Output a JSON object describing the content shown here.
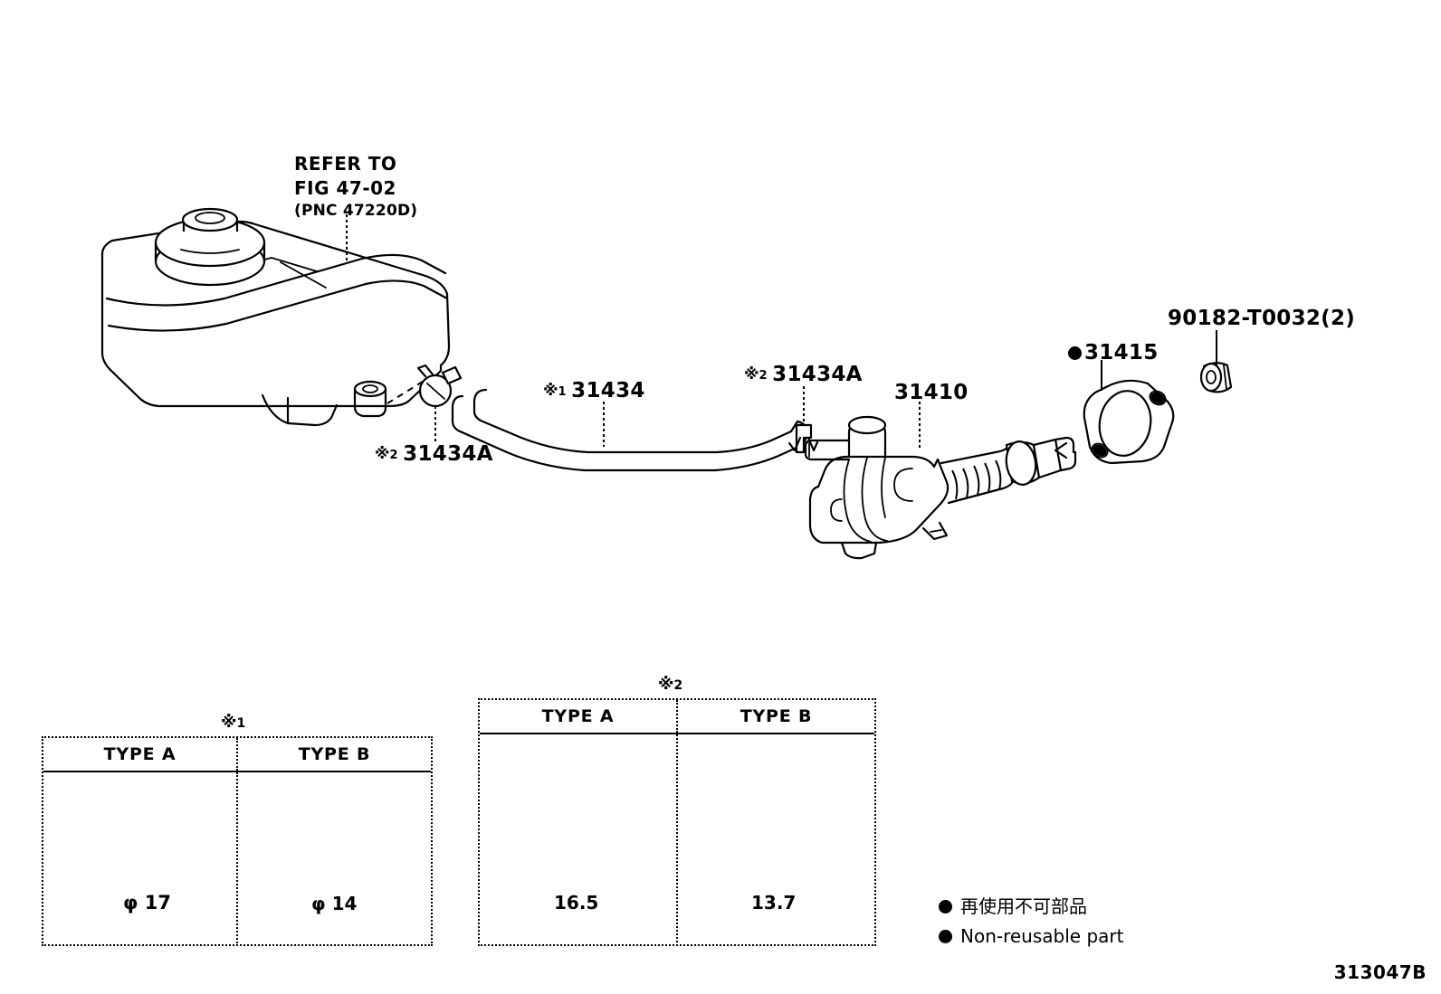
{
  "figure": {
    "code": "313047B",
    "refer_note": {
      "line1": "REFER TO",
      "line2": "FIG 47-02",
      "line3": "(PNC 47220D)"
    }
  },
  "callouts": [
    {
      "id": "reservoir-refer",
      "text": "REFER TO FIG 47-02 (PNC 47220D)"
    },
    {
      "id": "clamp-left",
      "marker": "※",
      "marker_sub": "2",
      "part": "31434A"
    },
    {
      "id": "hose",
      "marker": "※",
      "marker_sub": "1",
      "part": "31434"
    },
    {
      "id": "clamp-right",
      "marker": "※",
      "marker_sub": "2",
      "part": "31434A"
    },
    {
      "id": "master-cylinder",
      "marker": "",
      "marker_sub": "",
      "part": "31410"
    },
    {
      "id": "gasket",
      "marker": "●",
      "marker_sub": "",
      "part": "31415"
    },
    {
      "id": "nut",
      "marker": "",
      "marker_sub": "",
      "part": "90182-T0032(2)"
    }
  ],
  "labels": {
    "clamp_left": "31434A",
    "hose": "31434",
    "clamp_right": "31434A",
    "master_cylinder": "31410",
    "gasket": "31415",
    "nut": "90182-T0032(2)"
  },
  "tables": [
    {
      "id": "hose-types",
      "marker": "※",
      "marker_sub": "1",
      "columns": [
        "TYPE A",
        "TYPE B"
      ],
      "rows": [
        {
          "type": "TYPE A",
          "dimension": "φ 17"
        },
        {
          "type": "TYPE B",
          "dimension": "φ 14"
        }
      ]
    },
    {
      "id": "clamp-types",
      "marker": "※",
      "marker_sub": "2",
      "columns": [
        "TYPE A",
        "TYPE B"
      ],
      "rows": [
        {
          "type": "TYPE A",
          "dimension": "16.5"
        },
        {
          "type": "TYPE B",
          "dimension": "13.7"
        }
      ]
    }
  ],
  "legend": [
    {
      "symbol": "●",
      "text": "再使用不可部品"
    },
    {
      "symbol": "●",
      "text": "Non-reusable part"
    }
  ],
  "markers": {
    "star": "※",
    "one": "1",
    "two": "2",
    "dot": "●"
  },
  "dimensions": {
    "hose_a": "φ 17",
    "hose_b": "φ 14",
    "clamp_a": "16.5",
    "clamp_b": "13.7"
  },
  "colors": {
    "line": "#000000",
    "background": "#ffffff"
  }
}
